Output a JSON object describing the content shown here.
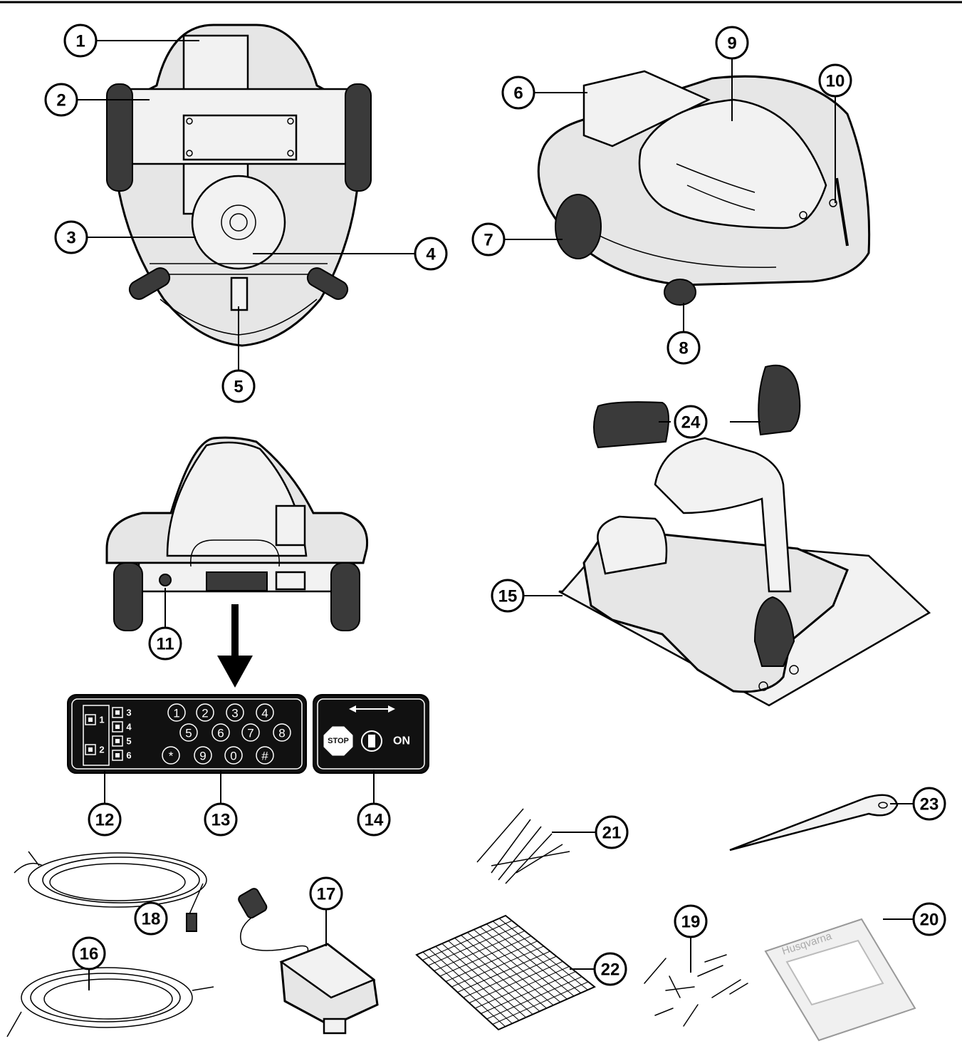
{
  "callouts": [
    {
      "id": "1",
      "label": "1"
    },
    {
      "id": "2",
      "label": "2"
    },
    {
      "id": "3",
      "label": "3"
    },
    {
      "id": "4",
      "label": "4"
    },
    {
      "id": "5",
      "label": "5"
    },
    {
      "id": "6",
      "label": "6"
    },
    {
      "id": "7",
      "label": "7"
    },
    {
      "id": "8",
      "label": "8"
    },
    {
      "id": "9",
      "label": "9"
    },
    {
      "id": "10",
      "label": "10"
    },
    {
      "id": "11",
      "label": "11"
    },
    {
      "id": "12",
      "label": "12"
    },
    {
      "id": "13",
      "label": "13"
    },
    {
      "id": "14",
      "label": "14"
    },
    {
      "id": "15",
      "label": "15"
    },
    {
      "id": "16",
      "label": "16"
    },
    {
      "id": "17",
      "label": "17"
    },
    {
      "id": "18",
      "label": "18"
    },
    {
      "id": "19",
      "label": "19"
    },
    {
      "id": "20",
      "label": "20"
    },
    {
      "id": "21",
      "label": "21"
    },
    {
      "id": "22",
      "label": "22"
    },
    {
      "id": "23",
      "label": "23"
    },
    {
      "id": "24",
      "label": "24"
    }
  ],
  "keypad": {
    "indicators": [
      "1",
      "2",
      "3",
      "4",
      "5",
      "6"
    ],
    "keys": [
      "1",
      "2",
      "3",
      "4",
      "5",
      "6",
      "7",
      "8",
      "*",
      "9",
      "0",
      "#"
    ]
  },
  "switch_panel": {
    "stop_label": "STOP",
    "on_label": "ON"
  },
  "manual": {
    "brand": "Husqvarna"
  },
  "colors": {
    "ink": "#000000",
    "body_fill": "#e6e6e6",
    "panel_fill": "#111111"
  }
}
